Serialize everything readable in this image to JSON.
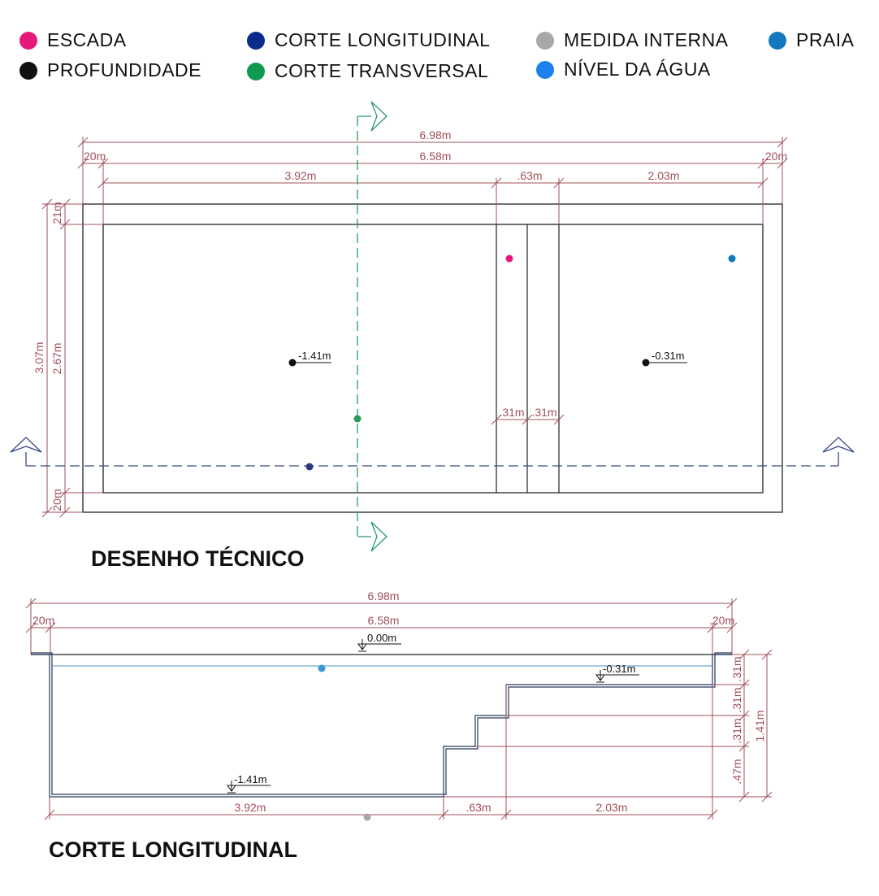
{
  "legend": [
    {
      "label": "ESCADA",
      "color": "#e6197a"
    },
    {
      "label": "PROFUNDIDADE",
      "color": "#111111"
    },
    {
      "label": "CORTE LONGITUDINAL",
      "color": "#0a2a8c"
    },
    {
      "label": "CORTE TRANSVERSAL",
      "color": "#0e9a50"
    },
    {
      "label": "MEDIDA INTERNA",
      "color": "#a8a8a8"
    },
    {
      "label": "NÍVEL DA ÁGUA",
      "color": "#1e82ee"
    },
    {
      "label": "PRAIA",
      "color": "#1478be"
    }
  ],
  "colors": {
    "dimension": "#a0505a",
    "outline": "#222222",
    "section_longitudinal": "#2a3a8c",
    "section_transversal": "#2a9a6a",
    "water_line": "#4a90c8"
  },
  "plan": {
    "title": "DESENHO TÉCNICO",
    "dims": {
      "total_length": "6.98m",
      "inner_length": "6.58m",
      "left_border": "20m",
      "right_border": ".20m",
      "deep_zone": "3.92m",
      "step_zone": ".63m",
      "beach_zone": "2.03m",
      "total_width": "3.07m",
      "inner_width": "2.67m",
      "top_border": "21m",
      "bottom_border": "20m",
      "step_1": ".31m",
      "step_2": ".31m"
    },
    "levels": {
      "deep": "-1.41m",
      "beach": "-0.31m"
    }
  },
  "section": {
    "title": "CORTE LONGITUDINAL",
    "dims": {
      "total_length": "6.98m",
      "inner_length": "6.58m",
      "left_border": "20m",
      "right_border": ".20m",
      "deep_zone": "3.92m",
      "step_zone": ".63m",
      "beach_zone": "2.03m",
      "step_height_1": ".31m",
      "step_height_2": ".31m",
      "step_height_3": ".31m",
      "bottom_step": ".47m",
      "total_depth": "1.41m"
    },
    "levels": {
      "top": "0.00m",
      "beach": "-0.31m",
      "deep": "-1.41m"
    }
  }
}
